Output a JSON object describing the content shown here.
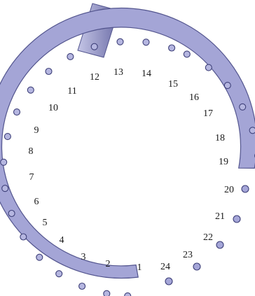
{
  "labels": [
    "1",
    "2",
    "3",
    "4",
    "5",
    "6",
    "7",
    "8",
    "9",
    "10",
    "11",
    "12",
    "13",
    "14",
    "15",
    "16",
    "17",
    "18",
    "19",
    "20",
    "21",
    "22",
    "23",
    "24"
  ],
  "colors": {
    "ring_fill": "#a4a5d6",
    "ring_stroke": "#53558e",
    "hole_fill": "#b5b6e0",
    "hole_stroke": "#3d3f78",
    "nozzle_light": "#c4c5e6",
    "nozzle_dark": "#6e6fa8",
    "dot_fill": "#a5a6d8",
    "dot_stroke": "#3d3f78"
  }
}
